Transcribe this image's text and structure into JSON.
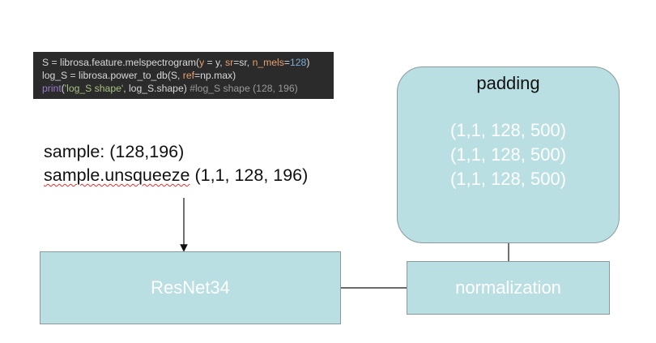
{
  "code": {
    "line1": {
      "a": "S = librosa.feature.melspectrogram(",
      "y_kw": "y",
      "b": " = y, ",
      "sr_kw": "sr",
      "c": "=sr, ",
      "nmels_kw": "n_mels",
      "d": "=",
      "nmels_val": "128",
      "e": ")"
    },
    "line2": {
      "a": "log_S = librosa.power_to_db(S, ",
      "ref_kw": "ref",
      "b": "=np.max)"
    },
    "line3": {
      "print_kw": "print",
      "a": "(",
      "str": "'log_S shape'",
      "b": ", log_S.shape) ",
      "comment": "#log_S shape (128, 196)"
    }
  },
  "sample": {
    "line1": "sample: (128,196)",
    "line2_method": "sample.unsqueeze",
    "line2_rest": " (1,1, 128, 196)"
  },
  "nodes": {
    "resnet": "ResNet34",
    "normalization": "normalization",
    "padding_title": "padding",
    "padding_shapes": [
      "(1,1, 128, 500)",
      "(1,1, 128, 500)",
      "(1,1, 128, 500)"
    ]
  },
  "colors": {
    "node_fill": "#b9dfe3",
    "code_bg": "#2b2b2b"
  }
}
